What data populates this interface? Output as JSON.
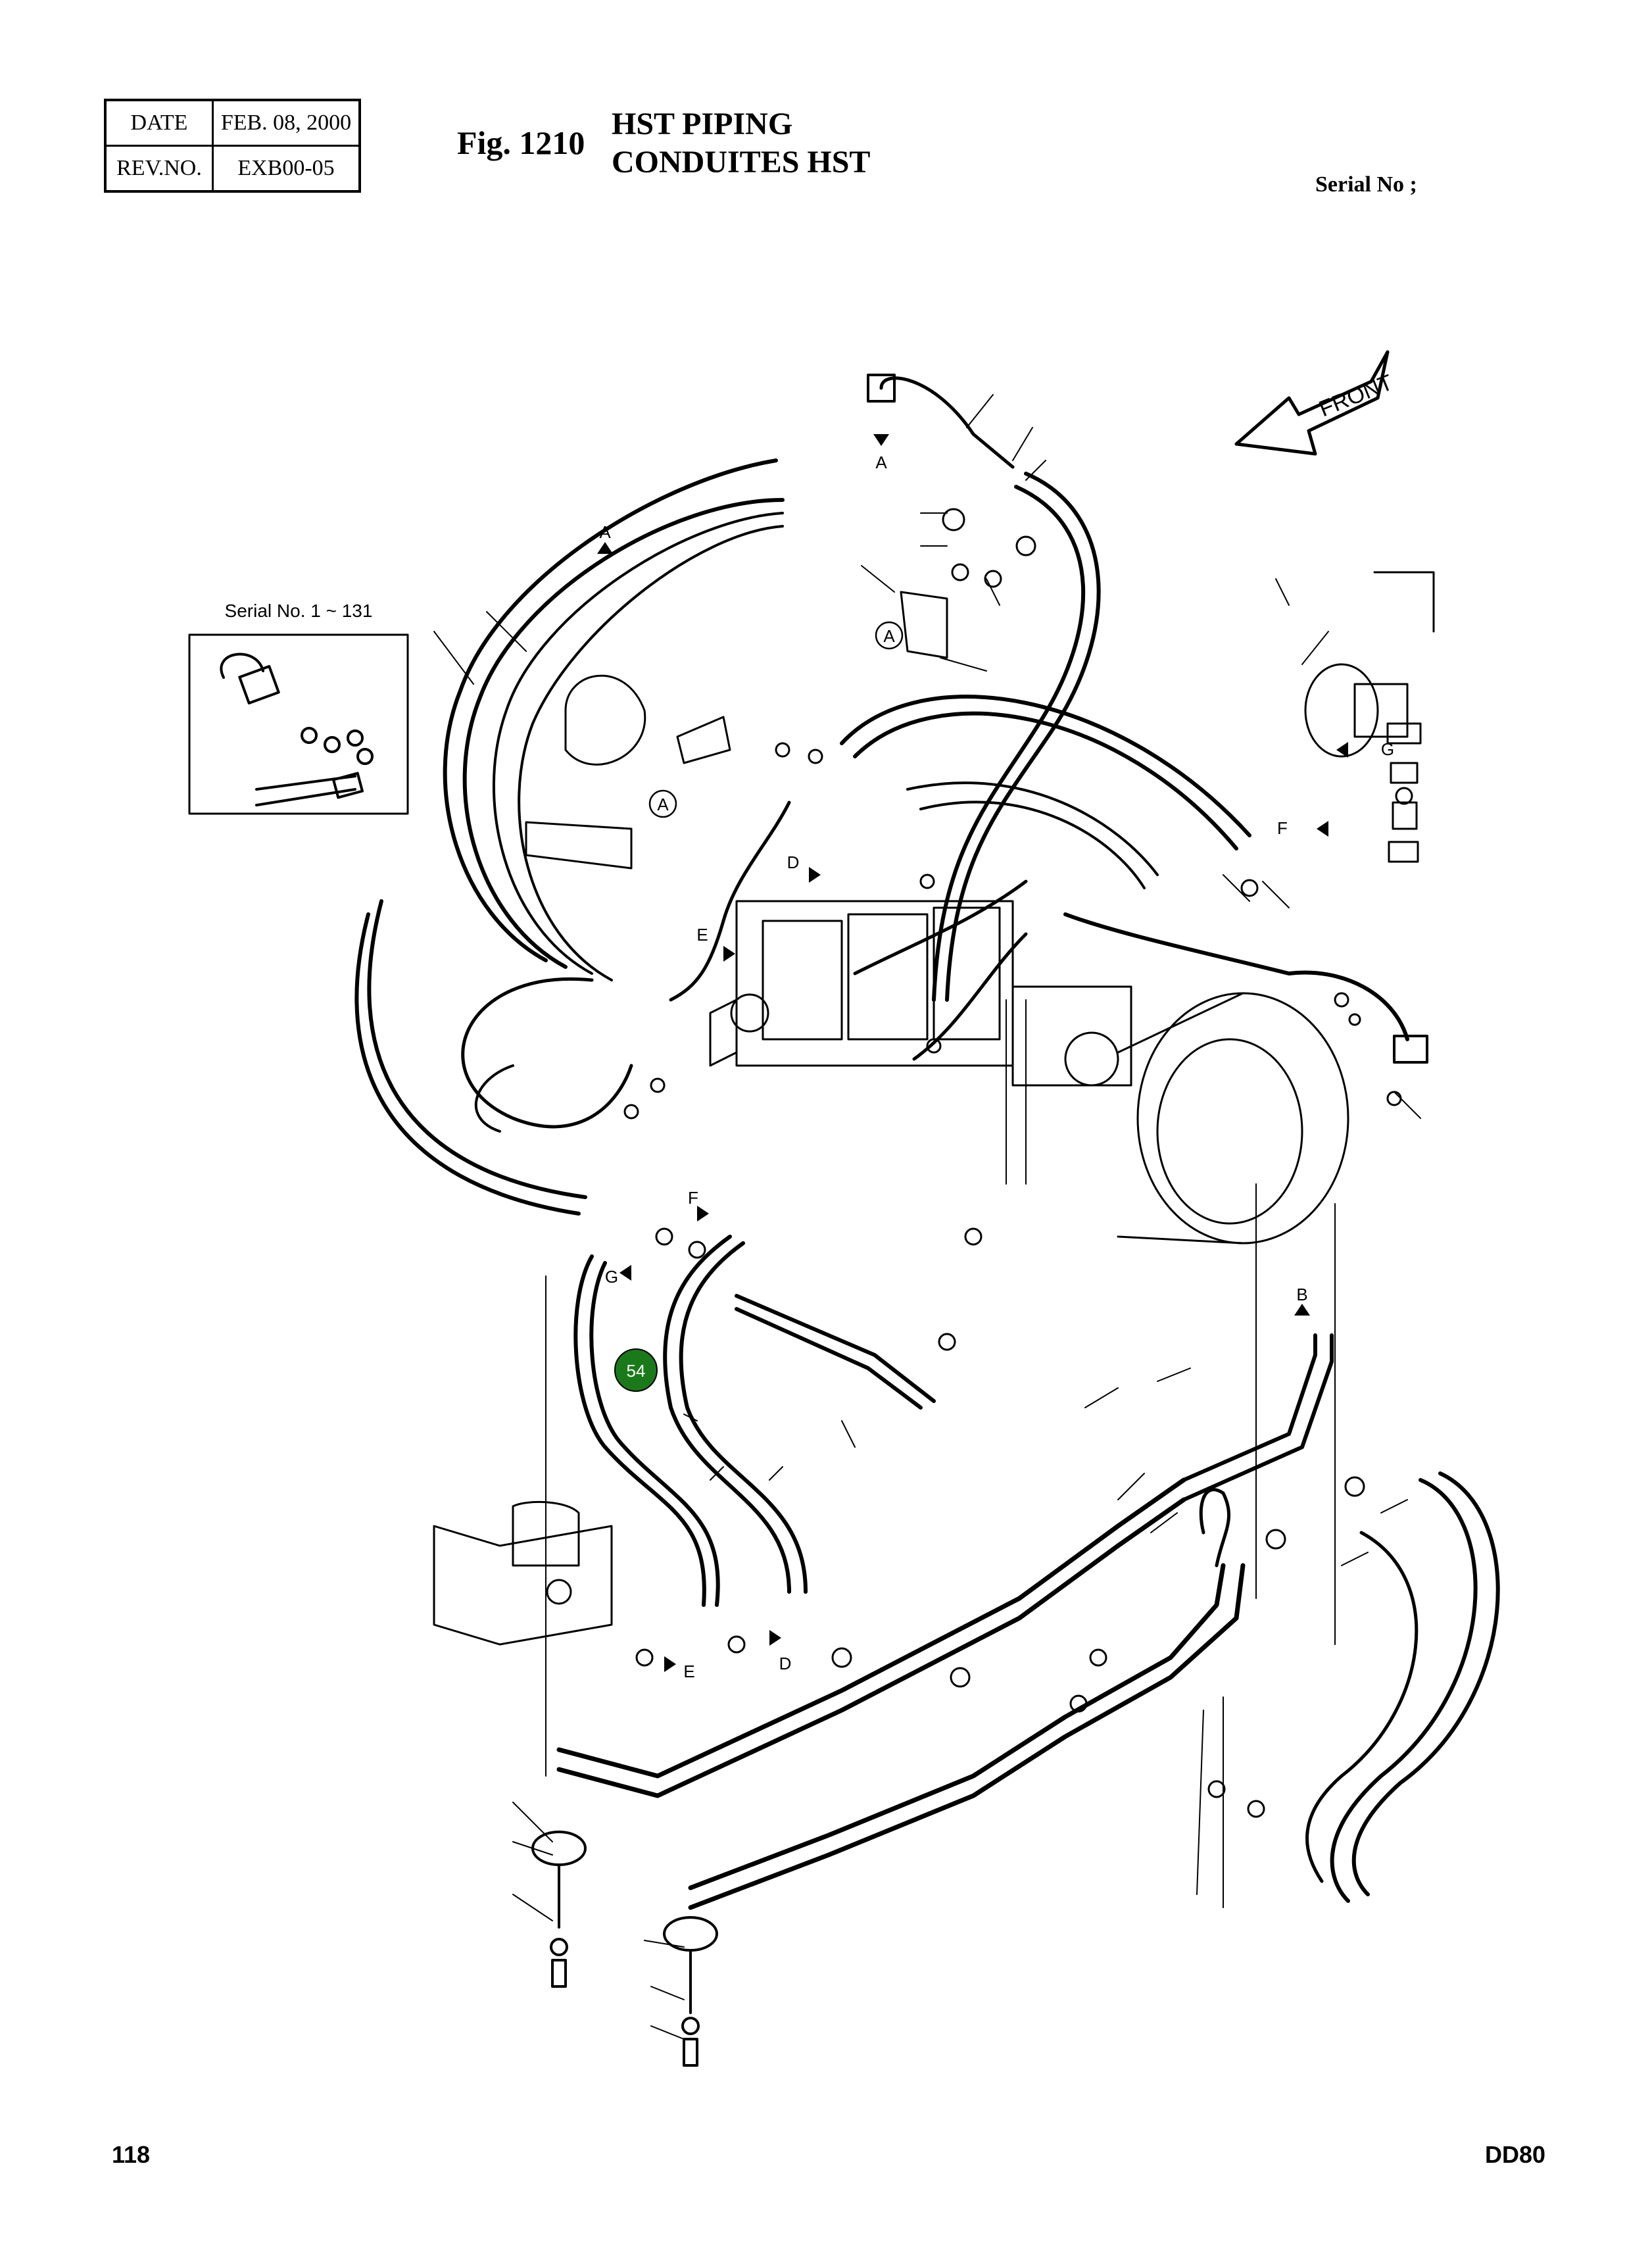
{
  "header": {
    "date_label": "DATE",
    "date_value": "FEB. 08, 2000",
    "rev_label": "REV.NO.",
    "rev_value": "EXB00-05"
  },
  "figure": {
    "number": "Fig. 1210",
    "title_en": "HST PIPING",
    "title_fr": "CONDUITES HST"
  },
  "serial_label": "Serial No ;",
  "detail_inset": {
    "label": "Serial No. 1 ~ 131"
  },
  "front_arrow": {
    "label": "FRONT"
  },
  "connection_markers": {
    "a1": "A",
    "a2": "A",
    "a3": "A",
    "a4": "A",
    "b": "B",
    "d1": "D",
    "d2": "D",
    "e1": "E",
    "e2": "E",
    "f1": "F",
    "f2": "F",
    "g1": "G",
    "g2": "G"
  },
  "callout": {
    "number": "54",
    "color": "#1a7a1a"
  },
  "footer": {
    "page_number": "118",
    "model": "DD80"
  }
}
